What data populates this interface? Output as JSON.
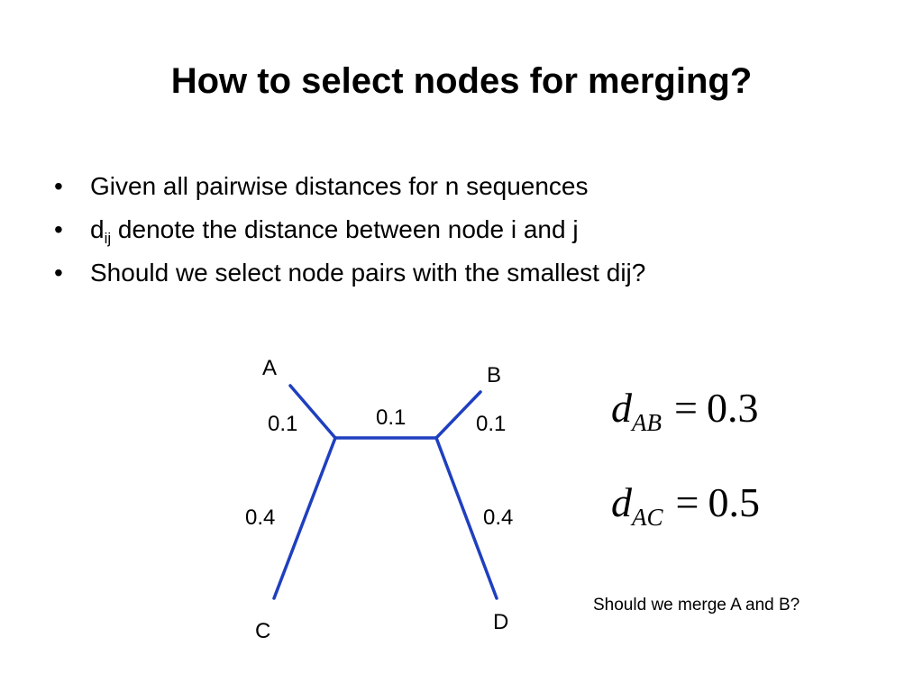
{
  "slide": {
    "title": "How to select nodes for merging?",
    "bullets": [
      {
        "bullet": "•",
        "text": "Given all pairwise distances for n sequences"
      },
      {
        "bullet": "•",
        "text_main": "d",
        "text_sub": "ij",
        "text_rest": " denote the distance between node i and j"
      },
      {
        "bullet": "•",
        "text": "Should we select node pairs with the smallest dij?"
      }
    ]
  },
  "tree": {
    "edge_color": "#1f3fbf",
    "nodes": {
      "A": "A",
      "B": "B",
      "C": "C",
      "D": "D"
    },
    "edge_lengths": {
      "A": "0.1",
      "B": "0.1",
      "center": "0.1",
      "C": "0.4",
      "D": "0.4"
    }
  },
  "formulas": [
    {
      "var": "d",
      "sub": "AB",
      "eq": "=",
      "value": "0.3"
    },
    {
      "var": "d",
      "sub": "AC",
      "eq": "=",
      "value": "0.5"
    }
  ],
  "question": "Should we merge A and B?"
}
